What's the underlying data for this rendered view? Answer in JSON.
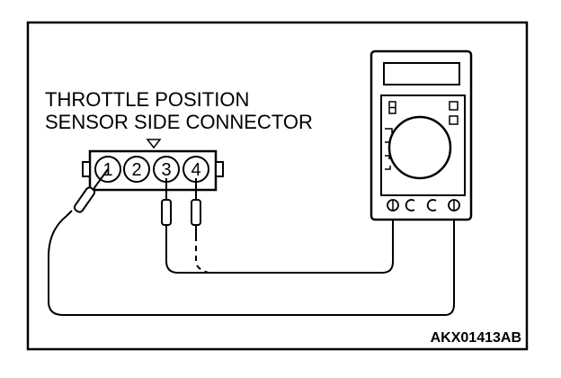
{
  "connector": {
    "title_line1": "THROTTLE POSITION",
    "title_line2": "SENSOR SIDE CONNECTOR",
    "pins": [
      "1",
      "2",
      "3",
      "4"
    ]
  },
  "figure_code": "AKX01413AB"
}
